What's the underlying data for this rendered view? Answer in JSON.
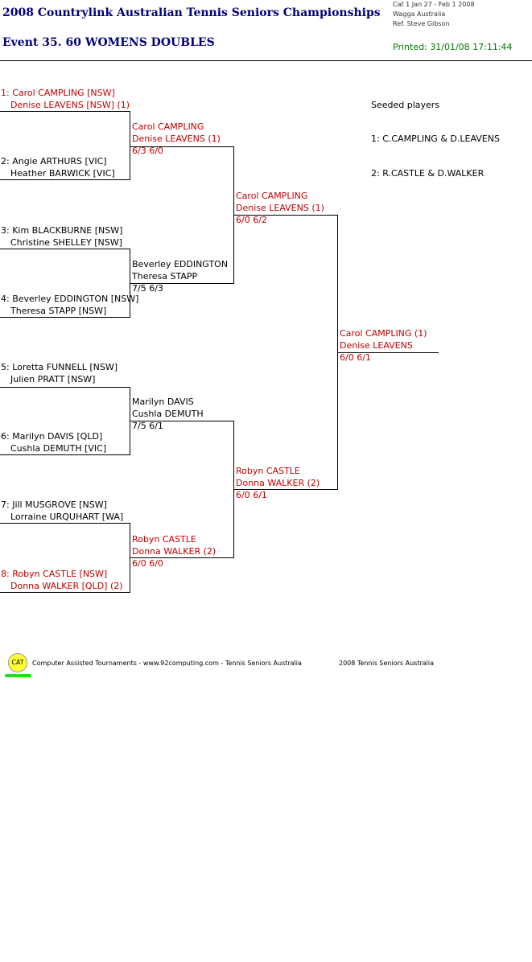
{
  "header": {
    "title": "2008 Countrylink Australian Tennis Seniors Championships",
    "event": "Event 35. 60 WOMENS DOUBLES",
    "meta_line1": "Cat 1   Jan 27 - Feb 1 2008",
    "meta_line2": "Wagga   Australia",
    "meta_line3": "Ref. Steve Gibson",
    "printed": "Printed: 31/01/08 17:11:44"
  },
  "round1": [
    {
      "l1": "1: Carol CAMPLING [NSW]",
      "l2": "Denise LEAVENS [NSW] (1)"
    },
    {
      "l1": "2: Angie ARTHURS [VIC]",
      "l2": "Heather BARWICK [VIC]"
    },
    {
      "l1": "3: Kim BLACKBURNE [NSW]",
      "l2": "Christine SHELLEY [NSW]"
    },
    {
      "l1": "4: Beverley EDDINGTON [NSW]",
      "l2": "Theresa STAPP [NSW]"
    },
    {
      "l1": "5: Loretta FUNNELL [NSW]",
      "l2": "Julien PRATT [NSW]"
    },
    {
      "l1": "6: Marilyn DAVIS [QLD]",
      "l2": "Cushla DEMUTH [VIC]"
    },
    {
      "l1": "7: Jill MUSGROVE [NSW]",
      "l2": "Lorraine URQUHART [WA]"
    },
    {
      "l1": "8: Robyn CASTLE [NSW]",
      "l2": "Donna WALKER [QLD] (2)"
    }
  ],
  "round2": [
    {
      "l1": "Carol CAMPLING",
      "l2": "Denise LEAVENS (1)",
      "score": "6/3 6/0"
    },
    {
      "l1": "Beverley EDDINGTON",
      "l2": "Theresa STAPP",
      "score": "7/5 6/3"
    },
    {
      "l1": "Marilyn DAVIS",
      "l2": "Cushla DEMUTH",
      "score": "7/5 6/1"
    },
    {
      "l1": "Robyn CASTLE",
      "l2": "Donna WALKER (2)",
      "score": "6/0 6/0"
    }
  ],
  "semis": [
    {
      "l1": "Carol CAMPLING",
      "l2": "Denise LEAVENS (1)",
      "score": "6/0 6/2"
    },
    {
      "l1": "Robyn CASTLE",
      "l2": "Donna WALKER (2)",
      "score": "6/0 6/1"
    }
  ],
  "final": {
    "l1": "Carol CAMPLING (1)",
    "l2": "Denise LEAVENS",
    "score": "6/0 6/1"
  },
  "seeds": {
    "heading": "Seeded players",
    "items": [
      "1: C.CAMPLING & D.LEAVENS",
      "2: R.CASTLE & D.WALKER"
    ]
  },
  "footer": {
    "logo": "CAT",
    "text": "Computer Assisted Tournaments - www.92computing.com -  Tennis Seniors Australia",
    "right": "2008 Tennis Seniors Australia"
  },
  "colors": {
    "title": "#00007b",
    "seeded": "#c00000",
    "printed": "#007b00"
  }
}
